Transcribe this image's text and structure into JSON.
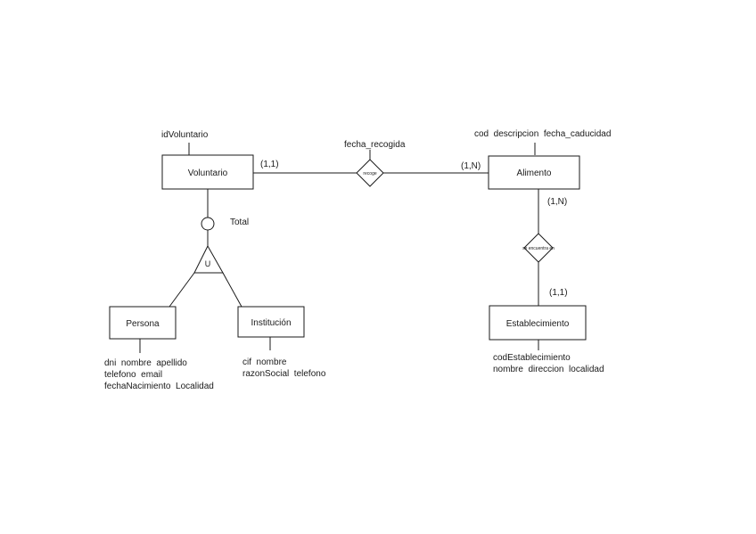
{
  "entities": {
    "voluntario": {
      "name": "Voluntario",
      "attributes": "idVoluntario"
    },
    "alimento": {
      "name": "Alimento",
      "attributes": "cod  descripcion  fecha_caducidad"
    },
    "persona": {
      "name": "Persona",
      "attributes": [
        "dni  nombre  apellido",
        "telefono  email",
        "fechaNacimiento  Localidad"
      ]
    },
    "institucion": {
      "name": "Institución",
      "attributes": [
        "cif  nombre",
        "razonSocial  telefono"
      ]
    },
    "establecimiento": {
      "name": "Establecimiento",
      "attributes": [
        "codEstablecimiento",
        "nombre  direccion  localidad"
      ]
    }
  },
  "relationships": {
    "recoge": {
      "name": "recoge",
      "attribute": "fecha_recogida",
      "card_voluntario": "(1,1)",
      "card_alimento": "(1,N)"
    },
    "se_encuentra_en": {
      "name": "se encuentra en",
      "card_alimento": "(1,N)",
      "card_establecimiento": "(1,1)"
    }
  },
  "specialization": {
    "symbol": "U",
    "total_label": "Total"
  }
}
